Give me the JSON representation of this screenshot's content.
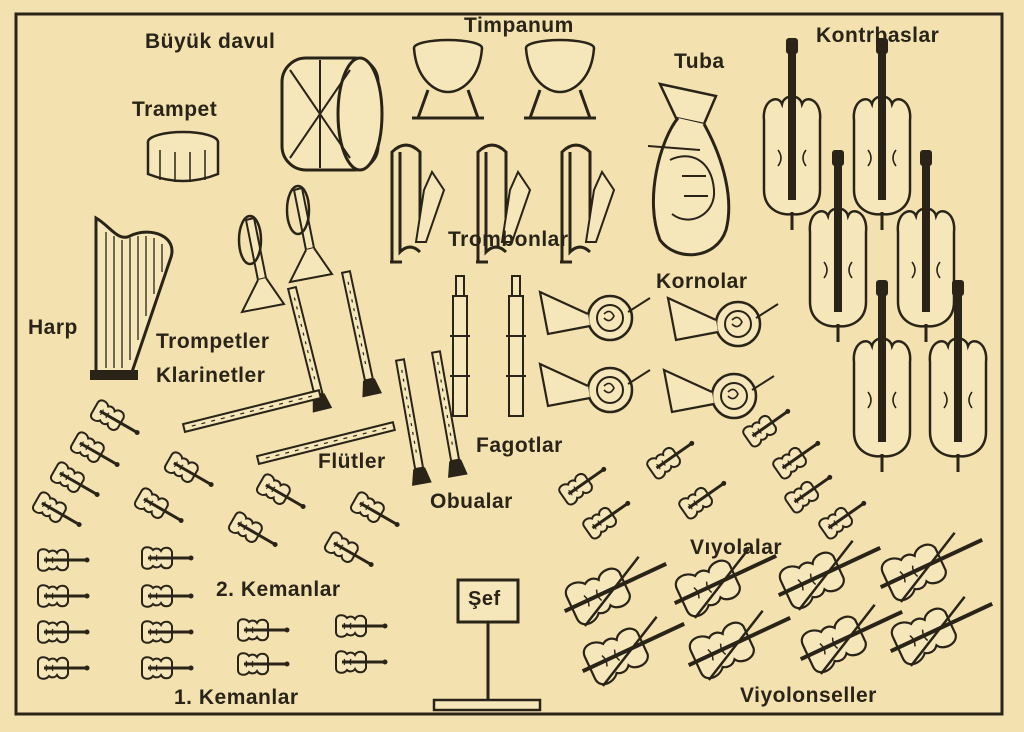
{
  "labels": {
    "buyuk_davul": "Büyük davul",
    "timpanum": "Timpanum",
    "tuba": "Tuba",
    "kontrbaslar": "Kontrbaslar",
    "trampet": "Trampet",
    "trombonlar": "Trombonlar",
    "kornolar": "Kornolar",
    "harp": "Harp",
    "trompetler": "Trompetler",
    "klarinetler": "Klarinetler",
    "fagotlar": "Fagotlar",
    "flutler": "Flütler",
    "obualar": "Obualar",
    "viyolalar": "Vıyolalar",
    "kemanlar_2": "2. Kemanlar",
    "sef": "Şef",
    "kemanlar_1": "1. Kemanlar",
    "viyolonseller": "Viyolonseller"
  },
  "colors": {
    "paper": "#f3e2b0",
    "ink": "#2a2418"
  },
  "icons": [
    "bass-drum-icon",
    "snare-drum-icon",
    "timpani-icon",
    "tuba-icon",
    "double-bass-icon",
    "trombone-icon",
    "french-horn-icon",
    "harp-icon",
    "trumpet-icon",
    "clarinet-icon",
    "bassoon-icon",
    "flute-icon",
    "oboe-icon",
    "violin-icon",
    "viola-icon",
    "cello-icon",
    "conductor-stand-icon"
  ]
}
